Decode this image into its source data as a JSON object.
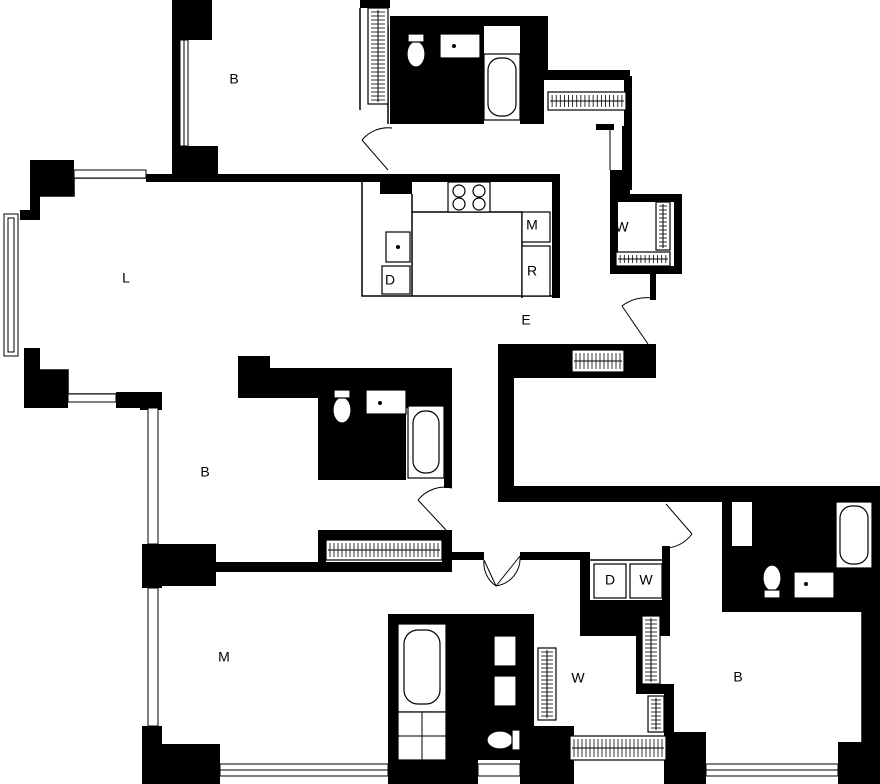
{
  "rooms": {
    "bedroom_north": "B",
    "living": "L",
    "entry": "E",
    "closet_entry": "W",
    "bedroom_west": "B",
    "master": "M",
    "closet_master": "W",
    "bedroom_east": "B"
  },
  "appliances": {
    "microwave": "M",
    "refrigerator": "R",
    "dishwasher": "D",
    "dryer": "D",
    "washer": "W"
  }
}
